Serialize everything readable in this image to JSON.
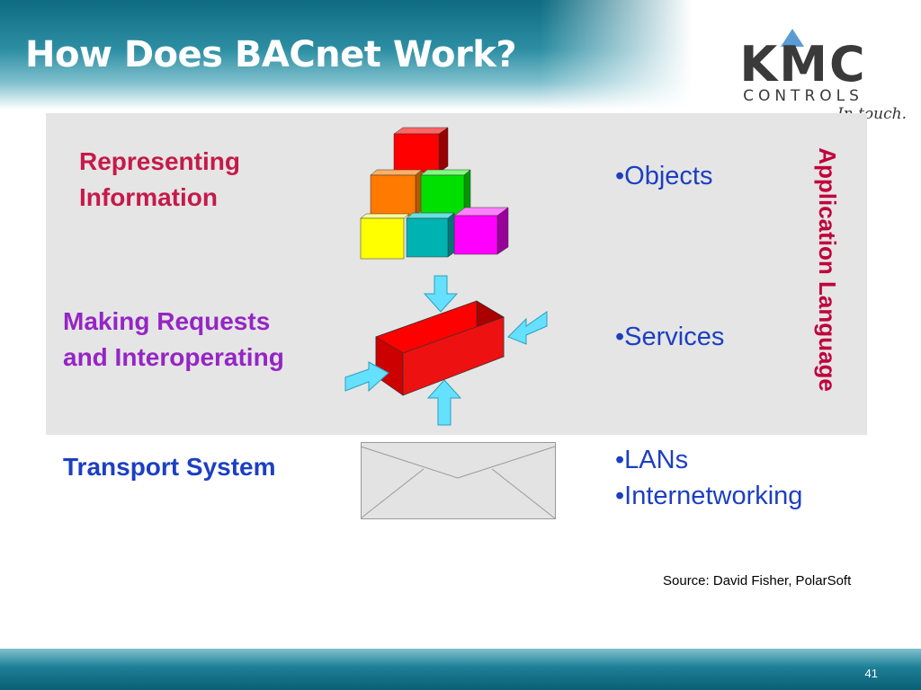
{
  "title": "How Does BACnet Work?",
  "logo": {
    "brand": "KMC",
    "sub": "CONTROLS",
    "tagline": "In touch."
  },
  "labels": {
    "representing": [
      "Representing",
      "Information"
    ],
    "requests": [
      "Making Requests",
      "and Interoperating"
    ],
    "transport": "Transport System"
  },
  "bullets": {
    "objects": "•Objects",
    "services": "•Services",
    "lans": "•LANs",
    "internetworking": "•Internetworking"
  },
  "vertical_label": "Application Language",
  "source": "Source: David Fisher, PolarSoft",
  "page_number": "41",
  "colors": {
    "representing": "#c51a4a",
    "requests": "#9525c4",
    "transport": "#1c3fc2",
    "vertical_label": "#c0003c"
  }
}
